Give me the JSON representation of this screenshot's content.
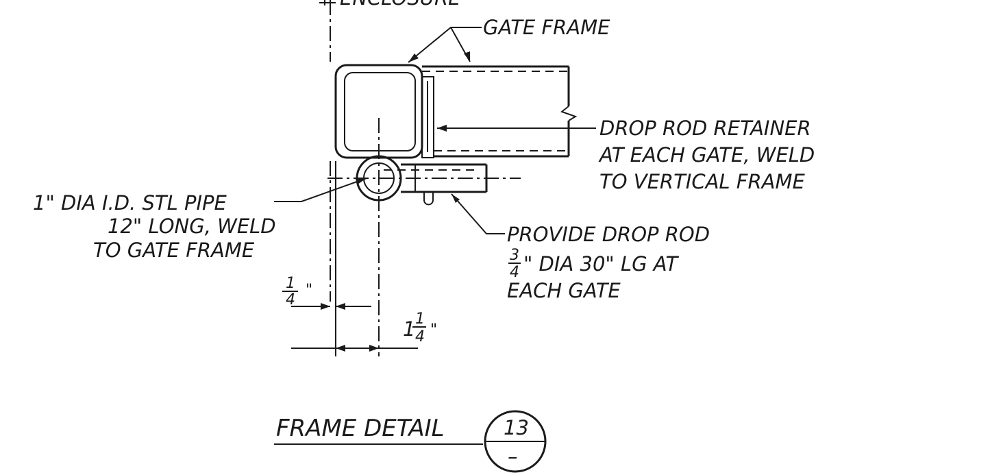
{
  "labels": {
    "enclosure": "ENCLOSURE",
    "gate_frame": "GATE FRAME",
    "retainer": [
      "DROP ROD RETAINER",
      "AT EACH GATE, WELD",
      "TO VERTICAL FRAME"
    ],
    "pipe": [
      "1\" DIA I.D. STL PIPE",
      "12\" LONG, WELD",
      "TO GATE FRAME"
    ],
    "drop_rod": {
      "line1": "PROVIDE DROP ROD",
      "frac_num": "3",
      "frac_den": "4",
      "line2_rest": "\" DIA 30\" LG AT",
      "line3": "EACH GATE"
    }
  },
  "dimensions": {
    "quarter": {
      "num": "1",
      "den": "4",
      "unit": "\""
    },
    "one_quarter": {
      "whole": "1",
      "num": "1",
      "den": "4",
      "unit": "\""
    }
  },
  "title": {
    "text": "FRAME DETAIL",
    "bubble_top": "13",
    "bubble_bottom": "–"
  }
}
